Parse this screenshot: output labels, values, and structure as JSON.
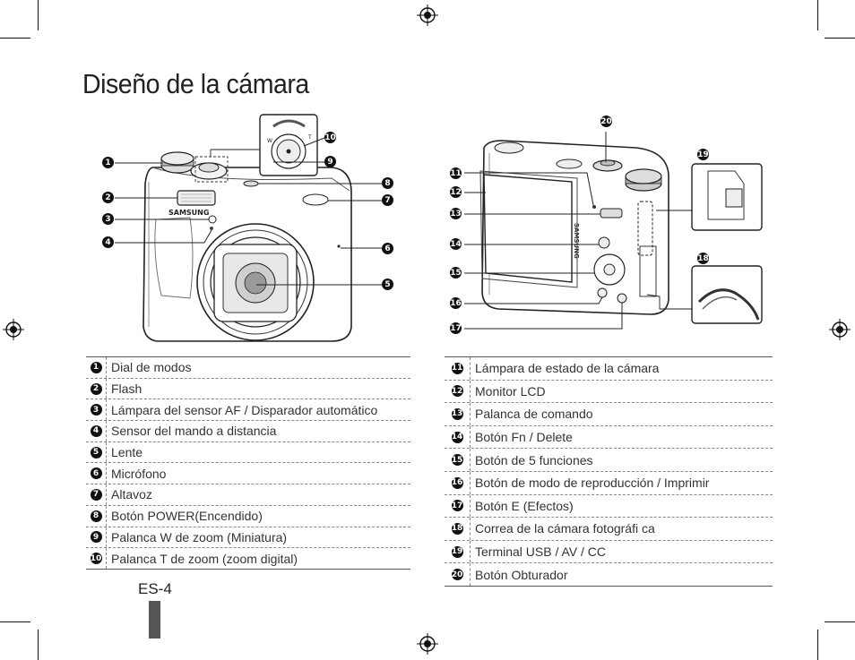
{
  "page": {
    "title": "Diseño de la cámara",
    "page_number": "ES-4"
  },
  "camera_labels": {
    "brand": "SAMSUNG",
    "zoom_w": "W",
    "zoom_t": "T"
  },
  "legend_left": [
    {
      "num": "1",
      "label": "Dial de modos"
    },
    {
      "num": "2",
      "label": "Flash"
    },
    {
      "num": "3",
      "label": "Lámpara del sensor AF / Disparador automático"
    },
    {
      "num": "4",
      "label": "Sensor del mando a distancia"
    },
    {
      "num": "5",
      "label": "Lente"
    },
    {
      "num": "6",
      "label": "Micrófono"
    },
    {
      "num": "7",
      "label": "Altavoz"
    },
    {
      "num": "8",
      "label": "Botón POWER(Encendido)"
    },
    {
      "num": "9",
      "label": "Palanca W de zoom (Miniatura)"
    },
    {
      "num": "10",
      "label": "Palanca T de zoom (zoom digital)"
    }
  ],
  "legend_right": [
    {
      "num": "11",
      "label": "Lámpara de estado de la cámara"
    },
    {
      "num": "12",
      "label": "Monitor LCD"
    },
    {
      "num": "13",
      "label": "Palanca de comando"
    },
    {
      "num": "14",
      "label": "Botón Fn / Delete"
    },
    {
      "num": "15",
      "label": "Botón de 5 funciones"
    },
    {
      "num": "16",
      "label": "Botón de modo de reproducción / Imprimir"
    },
    {
      "num": "17",
      "label": "Botón E (Efectos)"
    },
    {
      "num": "18",
      "label": "Correa de la cámara fotográfi ca"
    },
    {
      "num": "19",
      "label": "Terminal USB / AV / CC"
    },
    {
      "num": "20",
      "label": "Botón Obturador"
    }
  ]
}
